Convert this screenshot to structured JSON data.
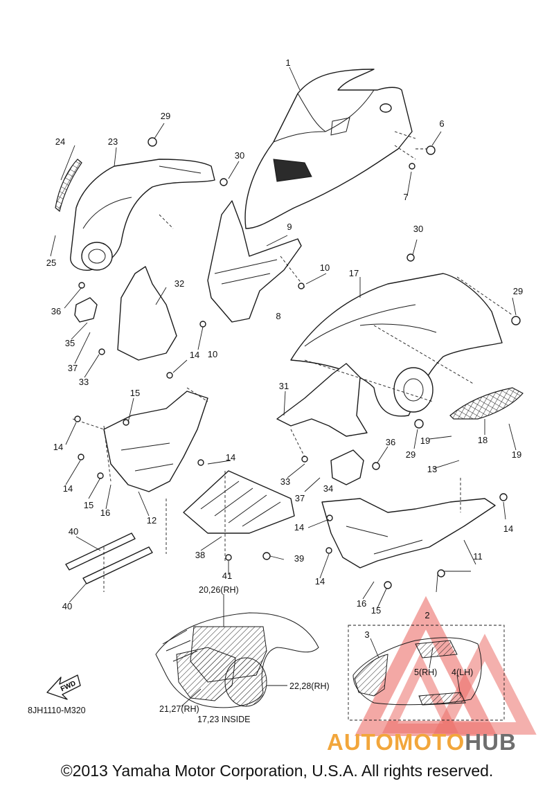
{
  "diagram_code": "8JH1110-M320",
  "fwd_label": "FWD",
  "copyright": "©2013 Yamaha Motor Corporation, U.S.A. All rights reserved.",
  "watermark": {
    "part1": "AUTOMOTO",
    "part2": "HUB",
    "color1": "#f2a63b",
    "color2": "#6e6e6e",
    "triangle_color": "#e8554e"
  },
  "callouts": [
    "1",
    "2",
    "3",
    "6",
    "7",
    "8",
    "9",
    "10",
    "10",
    "11",
    "12",
    "13",
    "14",
    "14",
    "14",
    "14",
    "14",
    "14",
    "14",
    "15",
    "15",
    "15",
    "16",
    "16",
    "17",
    "18",
    "19",
    "19",
    "23",
    "24",
    "25",
    "29",
    "29",
    "29",
    "30",
    "30",
    "31",
    "32",
    "33",
    "33",
    "34",
    "35",
    "36",
    "36",
    "37",
    "37",
    "38",
    "39",
    "40",
    "40",
    "41"
  ],
  "inset_labels": {
    "a": "20,26(RH)",
    "b": "22,28(RH)",
    "c": "21,27(RH)",
    "d": "17,23 INSIDE",
    "e": "5(RH)",
    "f": "4(LH)"
  }
}
